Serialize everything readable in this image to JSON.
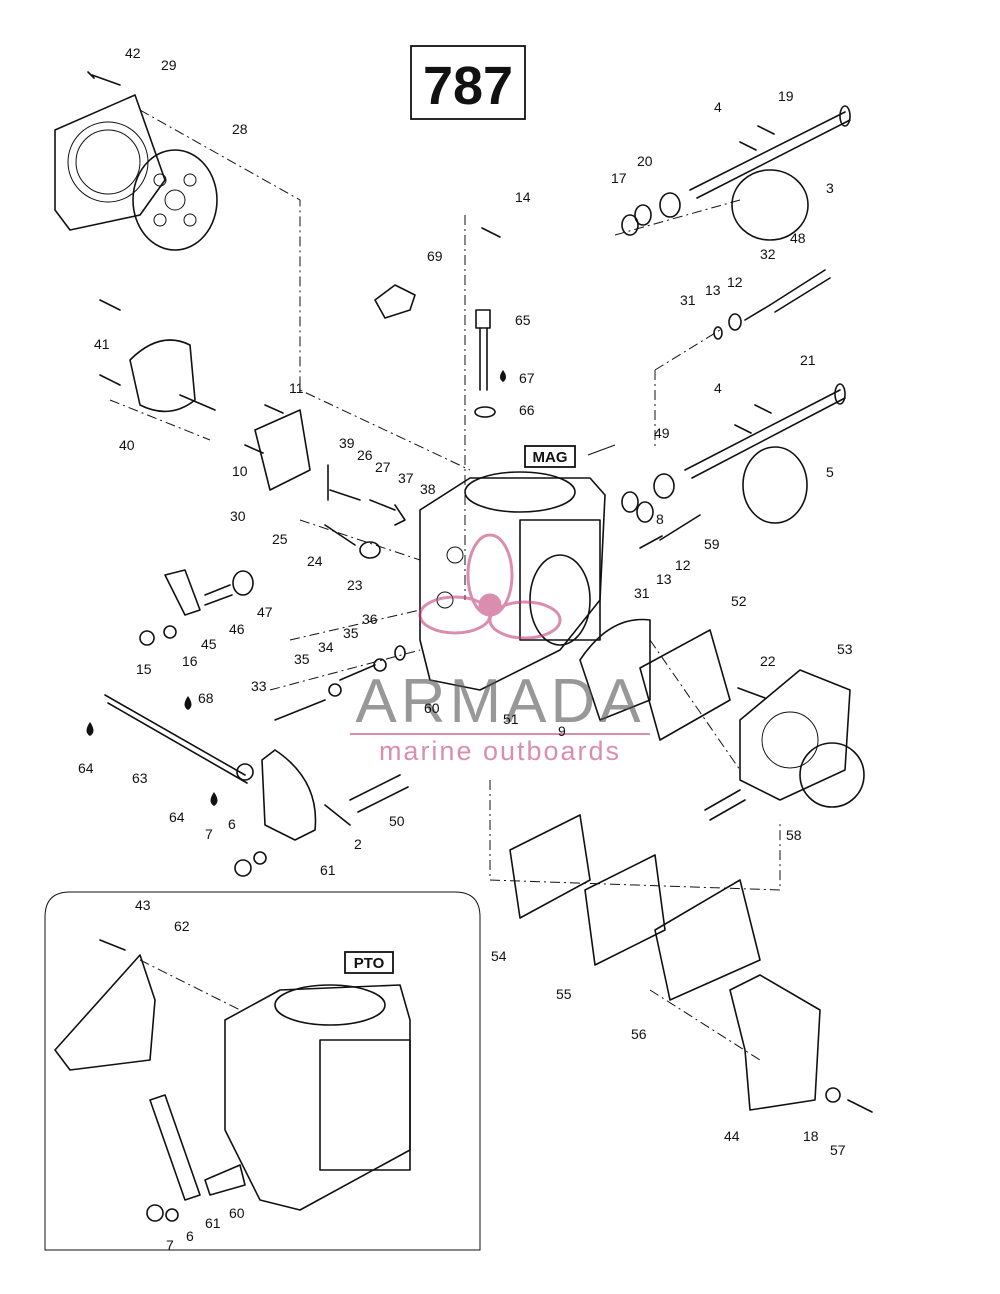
{
  "diagram_number": "787",
  "section_tags": {
    "mag": "MAG",
    "pto": "PTO"
  },
  "watermark": {
    "brand": "ARMADA",
    "tagline": "marine outboards"
  },
  "callouts": [
    {
      "id": "c42",
      "text": "42"
    },
    {
      "id": "c29",
      "text": "29"
    },
    {
      "id": "c28",
      "text": "28"
    },
    {
      "id": "c4a",
      "text": "4"
    },
    {
      "id": "c19",
      "text": "19"
    },
    {
      "id": "c20",
      "text": "20"
    },
    {
      "id": "c17",
      "text": "17"
    },
    {
      "id": "c3",
      "text": "3"
    },
    {
      "id": "c14",
      "text": "14"
    },
    {
      "id": "c69",
      "text": "69"
    },
    {
      "id": "c48",
      "text": "48"
    },
    {
      "id": "c32",
      "text": "32"
    },
    {
      "id": "c31a",
      "text": "31"
    },
    {
      "id": "c13a",
      "text": "13"
    },
    {
      "id": "c12a",
      "text": "12"
    },
    {
      "id": "c65",
      "text": "65"
    },
    {
      "id": "c41",
      "text": "41"
    },
    {
      "id": "c21",
      "text": "21"
    },
    {
      "id": "c67",
      "text": "67"
    },
    {
      "id": "c11",
      "text": "11"
    },
    {
      "id": "c4b",
      "text": "4"
    },
    {
      "id": "c66",
      "text": "66"
    },
    {
      "id": "c40",
      "text": "40"
    },
    {
      "id": "c49",
      "text": "49"
    },
    {
      "id": "c39",
      "text": "39"
    },
    {
      "id": "c26",
      "text": "26"
    },
    {
      "id": "c10",
      "text": "10"
    },
    {
      "id": "c27",
      "text": "27"
    },
    {
      "id": "c5",
      "text": "5"
    },
    {
      "id": "c37",
      "text": "37"
    },
    {
      "id": "c38",
      "text": "38"
    },
    {
      "id": "c30",
      "text": "30"
    },
    {
      "id": "c8",
      "text": "8"
    },
    {
      "id": "c25",
      "text": "25"
    },
    {
      "id": "c59",
      "text": "59"
    },
    {
      "id": "c24",
      "text": "24"
    },
    {
      "id": "c12b",
      "text": "12"
    },
    {
      "id": "c23",
      "text": "23"
    },
    {
      "id": "c13b",
      "text": "13"
    },
    {
      "id": "c31b",
      "text": "31"
    },
    {
      "id": "c47",
      "text": "47"
    },
    {
      "id": "c45",
      "text": "45"
    },
    {
      "id": "c46",
      "text": "46"
    },
    {
      "id": "c52",
      "text": "52"
    },
    {
      "id": "c36",
      "text": "36"
    },
    {
      "id": "c16",
      "text": "16"
    },
    {
      "id": "c15",
      "text": "15"
    },
    {
      "id": "c35a",
      "text": "35"
    },
    {
      "id": "c34",
      "text": "34"
    },
    {
      "id": "c35b",
      "text": "35"
    },
    {
      "id": "c22",
      "text": "22"
    },
    {
      "id": "c53",
      "text": "53"
    },
    {
      "id": "c33",
      "text": "33"
    },
    {
      "id": "c68",
      "text": "68"
    },
    {
      "id": "c60a",
      "text": "60"
    },
    {
      "id": "c51",
      "text": "51"
    },
    {
      "id": "c9",
      "text": "9"
    },
    {
      "id": "c64a",
      "text": "64"
    },
    {
      "id": "c63",
      "text": "63"
    },
    {
      "id": "c64b",
      "text": "64"
    },
    {
      "id": "c50",
      "text": "50"
    },
    {
      "id": "c58",
      "text": "58"
    },
    {
      "id": "c6a",
      "text": "6"
    },
    {
      "id": "c7a",
      "text": "7"
    },
    {
      "id": "c2",
      "text": "2"
    },
    {
      "id": "c61a",
      "text": "61"
    },
    {
      "id": "c43",
      "text": "43"
    },
    {
      "id": "c62",
      "text": "62"
    },
    {
      "id": "c54",
      "text": "54"
    },
    {
      "id": "c55",
      "text": "55"
    },
    {
      "id": "c56",
      "text": "56"
    },
    {
      "id": "c44",
      "text": "44"
    },
    {
      "id": "c18",
      "text": "18"
    },
    {
      "id": "c57",
      "text": "57"
    },
    {
      "id": "c61b",
      "text": "61"
    },
    {
      "id": "c60b",
      "text": "60"
    },
    {
      "id": "c6b",
      "text": "6"
    },
    {
      "id": "c7b",
      "text": "7"
    }
  ]
}
